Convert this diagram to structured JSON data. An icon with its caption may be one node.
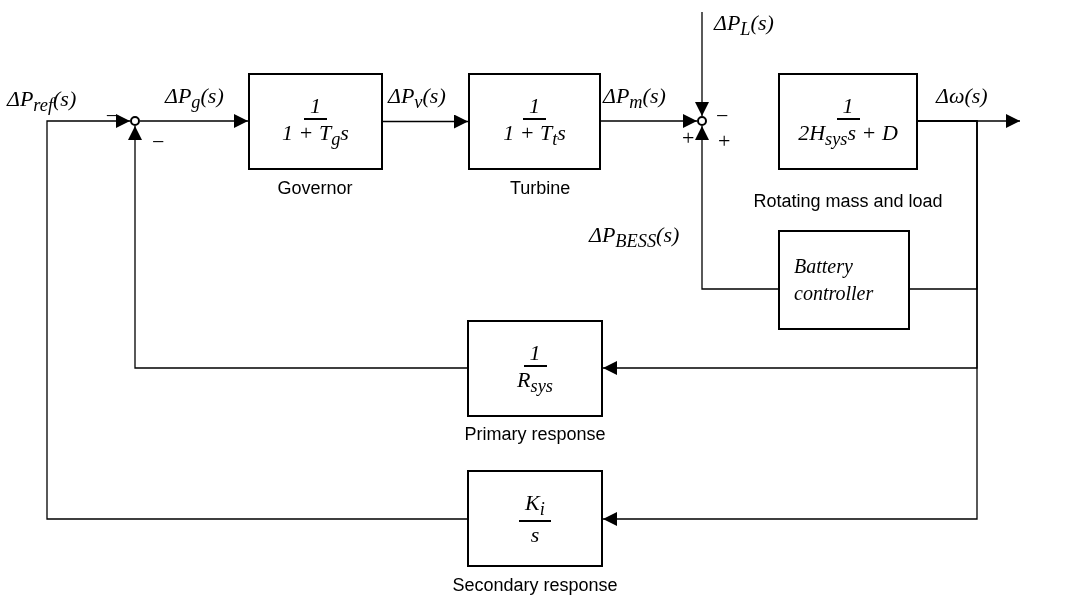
{
  "diagram": {
    "nodes": [
      {
        "text": [],
        "shape": "circle"
      },
      {
        "text": [
          "1",
          "1 + T$_{g}$s"
        ],
        "beside": [
          "Governor"
        ]
      },
      {
        "text": [
          "1",
          "1 + T$_{t}$s"
        ],
        "beside": [
          "Turbine"
        ]
      },
      {
        "text": [],
        "shape": "circle"
      },
      {
        "text": [
          "1",
          "2H$_{sys}$s + D"
        ],
        "beside": [
          "Rotating mass and load"
        ]
      },
      {
        "text": [
          "Battery controller"
        ]
      },
      {
        "text": [
          "1",
          "R$_{sys}$"
        ],
        "beside": [
          "Primary response"
        ]
      },
      {
        "text": [
          "K$_{i}$",
          "s"
        ],
        "beside": [
          "Secondary response"
        ]
      }
    ],
    "edges": [
      {
        "from": 7,
        "to": 0,
        "arrow": "to",
        "label": "ΔP$_{ref}$(s)"
      },
      {
        "from": 6,
        "to": 0,
        "arrow": "to"
      },
      {
        "from": 0,
        "to": 1,
        "arrow": "to",
        "label": "ΔP$_{g}$(s)"
      },
      {
        "from": 1,
        "to": 2,
        "arrow": "to",
        "label": "ΔP$_{v}$(s)"
      },
      {
        "from": 2,
        "to": 3,
        "arrow": "to",
        "label": "ΔP$_{m}$(s)"
      },
      {
        "from": null,
        "to": 3,
        "arrow": "to",
        "label": "ΔP$_{L}$(s)"
      },
      {
        "from": 4,
        "to": null,
        "arrow": "to",
        "label": "Δω(s)"
      },
      {
        "from": 4,
        "to": 5,
        "arrow": "none"
      },
      {
        "from": 5,
        "to": 3,
        "arrow": "to",
        "label": "ΔP$_{BESS}$(s)"
      },
      {
        "from": 4,
        "to": 6,
        "arrow": "to"
      },
      {
        "from": 4,
        "to": 7,
        "arrow": "to"
      }
    ],
    "labels": [
      "_",
      "−",
      "−",
      "+",
      "+"
    ]
  }
}
